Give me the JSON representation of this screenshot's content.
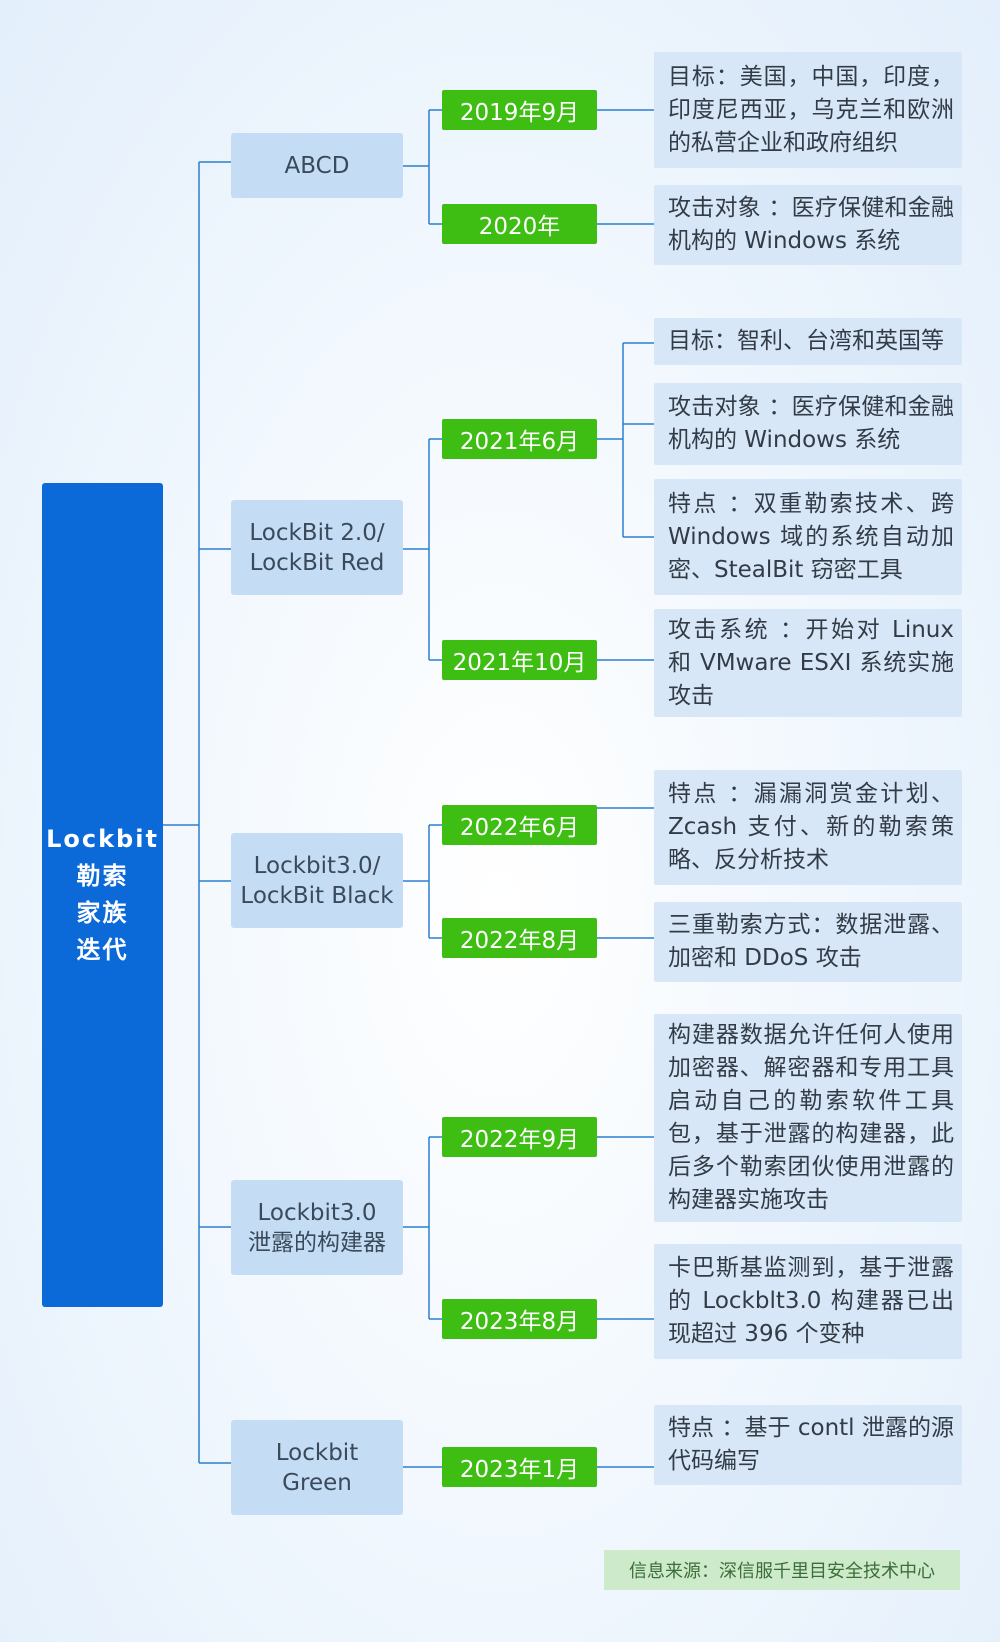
{
  "root": {
    "lines": [
      "Lockbit",
      "勒索",
      "家族",
      "迭代"
    ]
  },
  "branches": [
    {
      "lines": [
        "ABCD"
      ]
    },
    {
      "lines": [
        "LockBit 2.0/",
        "LockBit Red"
      ]
    },
    {
      "lines": [
        "Lockbit3.0/",
        "LockBit Black"
      ]
    },
    {
      "lines": [
        "Lockbit3.0",
        "泄露的构建器"
      ]
    },
    {
      "lines": [
        "Lockbit",
        "Green"
      ]
    }
  ],
  "dates": [
    "2019年9月",
    "2020年",
    "2021年6月",
    "2021年10月",
    "2022年6月",
    "2022年8月",
    "2022年9月",
    "2023年8月",
    "2023年1月"
  ],
  "details": [
    "目标：美国，中国，印度，印度尼西亚，乌克兰和欧洲的私营企业和政府组织",
    "攻击对象 ：医疗保健和金融机构的 Windows 系统",
    "目标：智利、台湾和英国等",
    "攻击对象 ：医疗保健和金融机构的 Windows 系统",
    "特点 ：双重勒索技术、跨 Windows 域的系统自动加密、StealBit 窃密工具",
    "攻击系统 ：开始对 Linux 和 VMware ESXI 系统实施攻击",
    "特点 ：漏漏洞赏金计划、Zcash 支付、新的勒索策略、反分析技术",
    "三重勒索方式：数据泄露、加密和 DDoS 攻击",
    "构建器数据允许任何人使用加密器、解密器和专用工具启动自己的勒索软件工具包，基于泄露的构建器，此后多个勒索团伙使用泄露的构建器实施攻击",
    "卡巴斯基监测到，基于泄露的 Lockblt3.0 构建器已出现超过 396 个变种",
    "特点 ：基于 contl 泄露的源代码编写"
  ],
  "source": "信息来源：深信服千里目安全技术中心",
  "colors": {
    "root": "#0b69d8",
    "branch": "#c4ddf5",
    "date": "#3ebd13",
    "detail": "#d7e7f7",
    "line": "#2c7fd0"
  }
}
